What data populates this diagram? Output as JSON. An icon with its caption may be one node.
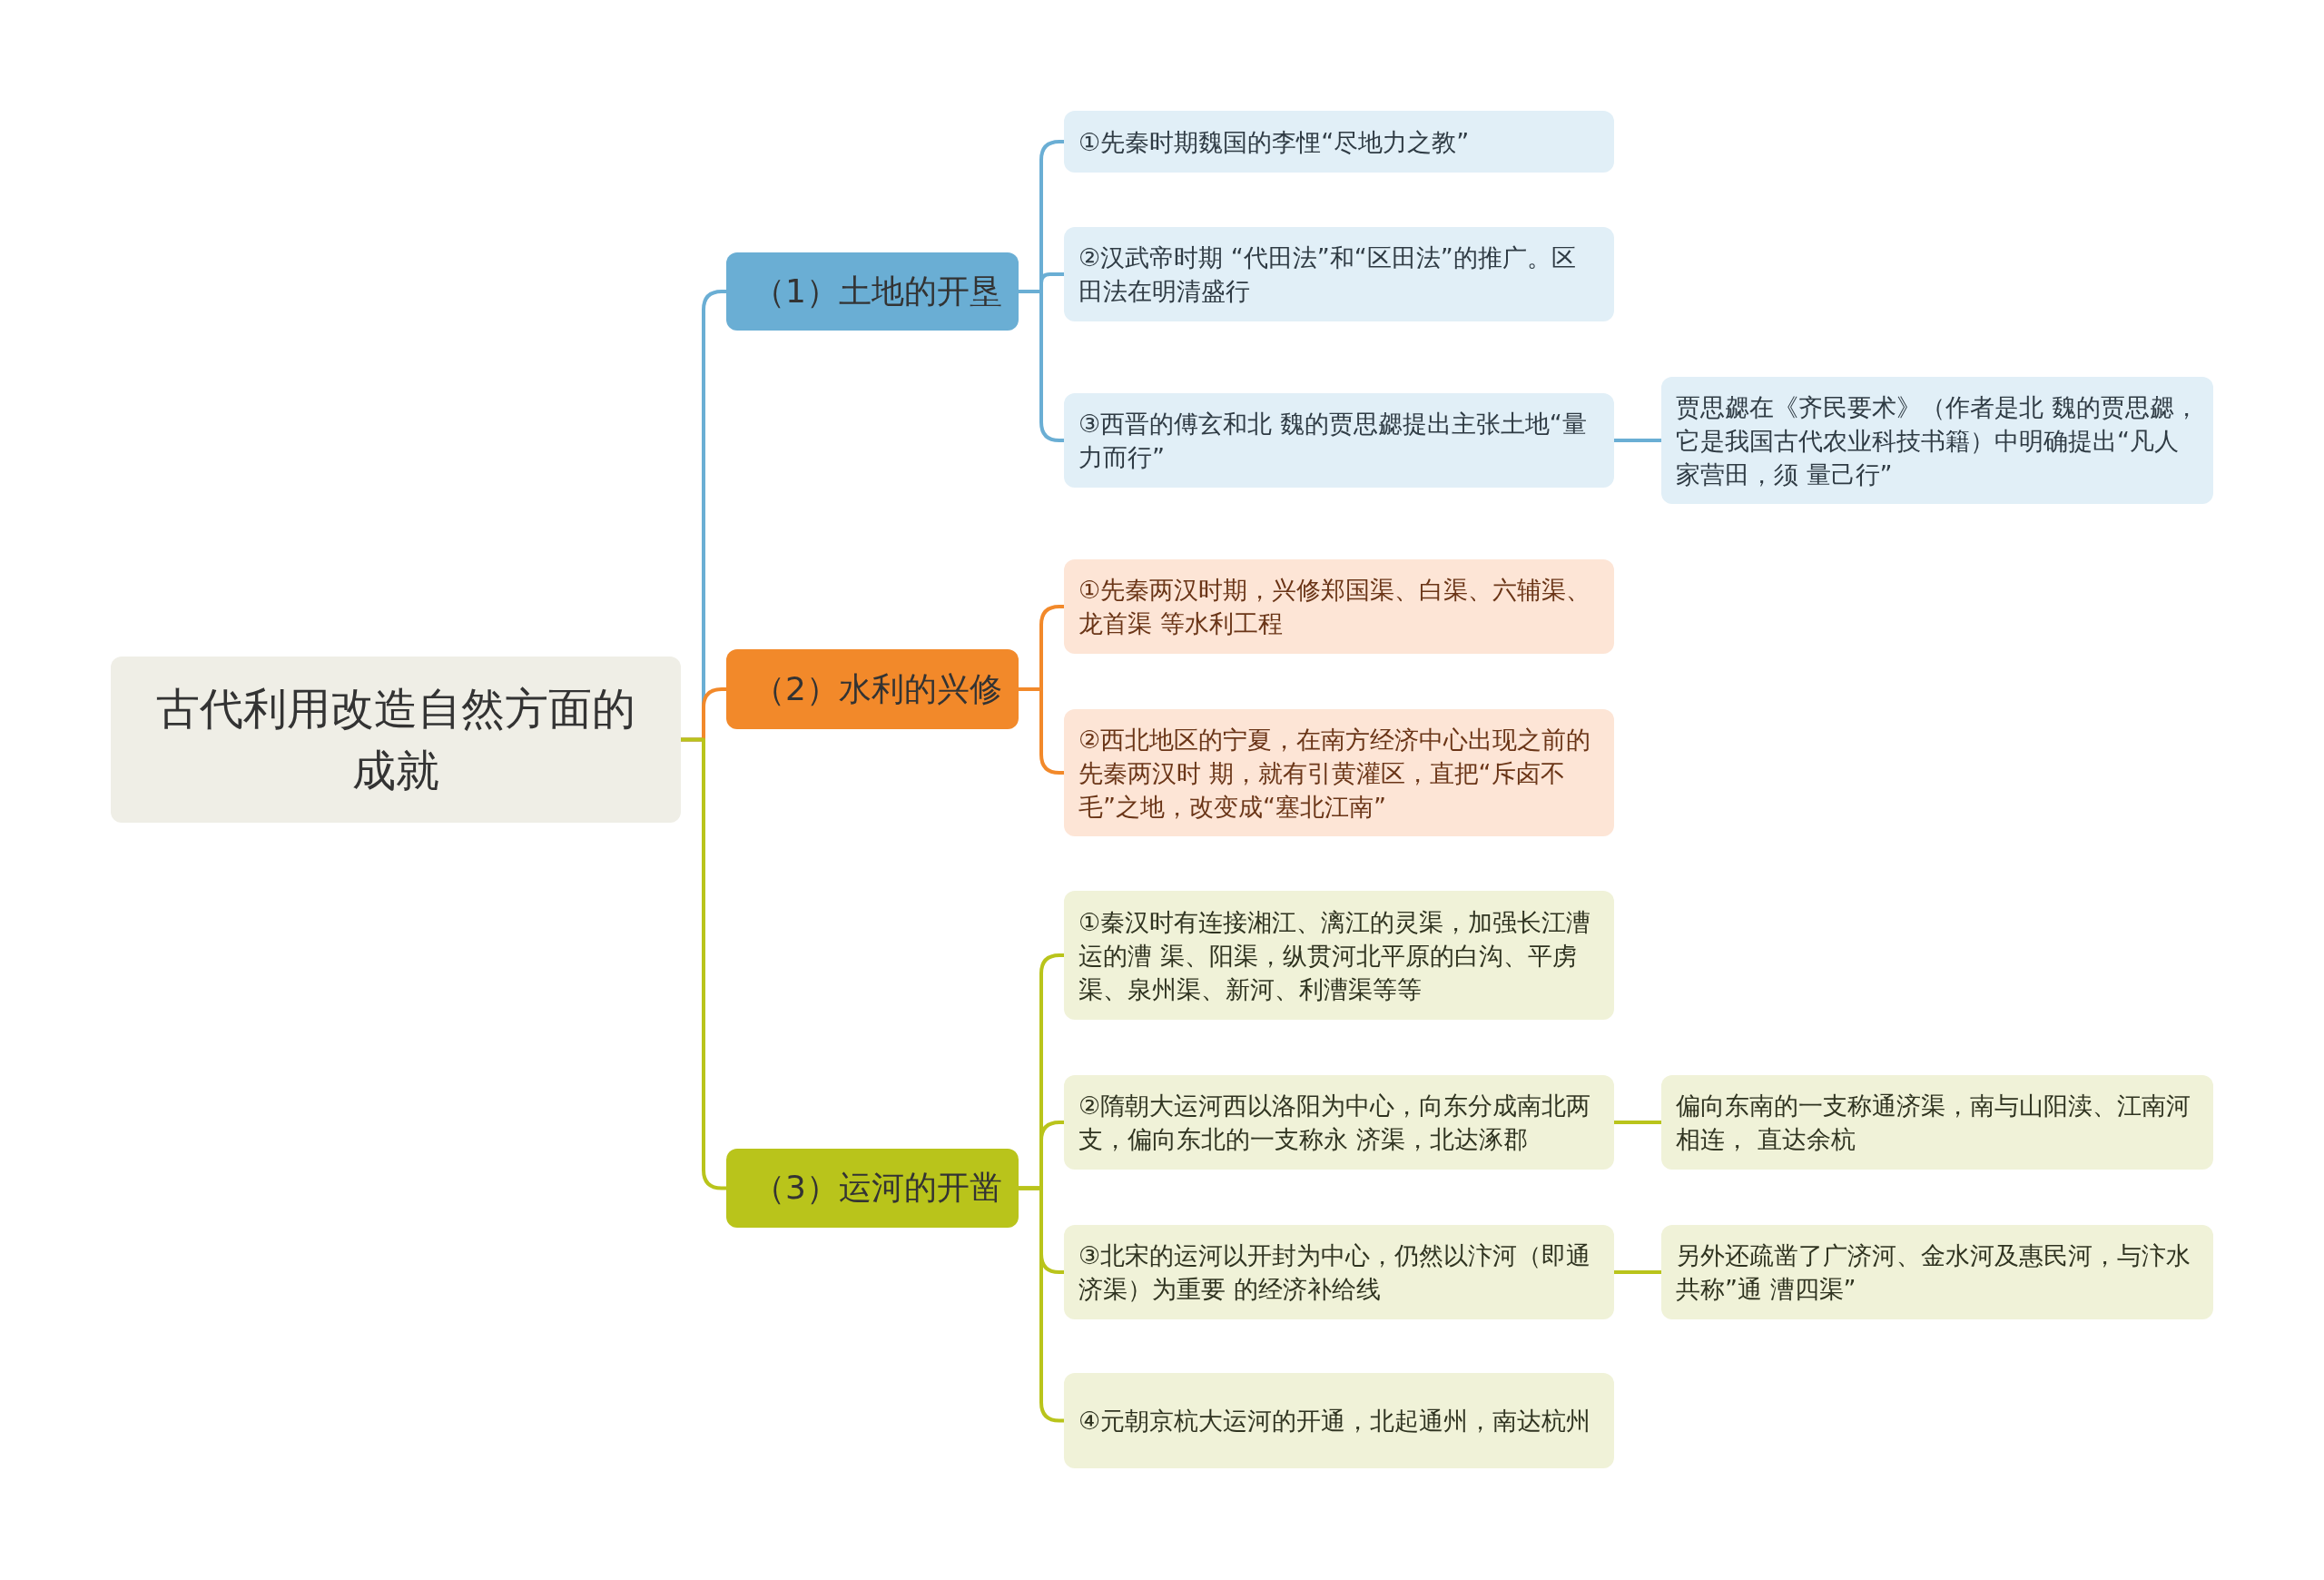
{
  "diagram": {
    "nodes": [
      {
        "text": [
          "古代利用改造自然方面的成就"
        ]
      },
      {
        "text": [
          "（1）土地的开垦"
        ]
      },
      {
        "text": [
          "①先秦时期魏国的李悝“尽地力之教”"
        ]
      },
      {
        "text": [
          "②汉武帝时期 “代田法”和“区田法”的推广。区田法在明清盛行"
        ]
      },
      {
        "text": [
          "③西晋的傅玄和北 魏的贾思勰提出主张土地“量力而行”"
        ]
      },
      {
        "text": [
          "贾思勰在《齐民要术》（作者是北 魏的贾思勰，它是我国古代农业科技书籍）中明确提出“凡人家营田，须 量己行”"
        ]
      },
      {
        "text": [
          "（2）水利的兴修"
        ]
      },
      {
        "text": [
          "①先秦两汉时期，兴修郑国渠、白渠、六辅渠、龙首渠 等水利工程"
        ]
      },
      {
        "text": [
          "②西北地区的宁夏，在南方经济中心出现之前的先秦两汉时 期，就有引黄灌区，直把“斥卤不毛”之地，改变成“塞北江南”"
        ]
      },
      {
        "text": [
          "（3）运河的开凿"
        ]
      },
      {
        "text": [
          "①秦汉时有连接湘江、漓江的灵渠，加强长江漕运的漕 渠、阳渠，纵贯河北平原的白沟、平虏渠、泉州渠、新河、利漕渠等等"
        ]
      },
      {
        "text": [
          "②隋朝大运河西以洛阳为中心，向东分成南北两支，偏向东北的一支称永 济渠，北达涿郡"
        ]
      },
      {
        "text": [
          "偏向东南的一支称通济渠，南与山阳渎、江南河相连， 直达余杭"
        ]
      },
      {
        "text": [
          "③北宋的运河以开封为中心，仍然以汴河（即通济渠）为重要 的经济补给线"
        ]
      },
      {
        "text": [
          "另外还疏凿了广济河、金水河及惠民河，与汴水共称”通 漕四渠”"
        ]
      },
      {
        "text": [
          "④元朝京杭大运河的开通，北起通州，南达杭州"
        ]
      }
    ],
    "edges": [
      {
        "from": 0,
        "to": 1,
        "arrow": "none",
        "color": "#6aaed4"
      },
      {
        "from": 1,
        "to": 2,
        "arrow": "none",
        "color": "#6aaed4"
      },
      {
        "from": 1,
        "to": 3,
        "arrow": "none",
        "color": "#6aaed4"
      },
      {
        "from": 1,
        "to": 4,
        "arrow": "none",
        "color": "#6aaed4"
      },
      {
        "from": 4,
        "to": 5,
        "arrow": "none",
        "color": "#6aaed4"
      },
      {
        "from": 0,
        "to": 6,
        "arrow": "none",
        "color": "#f2892a"
      },
      {
        "from": 6,
        "to": 7,
        "arrow": "none",
        "color": "#f2892a"
      },
      {
        "from": 6,
        "to": 8,
        "arrow": "none",
        "color": "#f2892a"
      },
      {
        "from": 0,
        "to": 9,
        "arrow": "none"
      },
      {
        "from": 9,
        "to": 10,
        "arrow": "none"
      },
      {
        "from": 9,
        "to": 11,
        "arrow": "none"
      },
      {
        "from": 11,
        "to": 12,
        "arrow": "none"
      },
      {
        "from": 9,
        "to": 13,
        "arrow": "none"
      },
      {
        "from": 13,
        "to": 14,
        "arrow": "none"
      },
      {
        "from": 9,
        "to": 15,
        "arrow": "none"
      }
    ]
  }
}
